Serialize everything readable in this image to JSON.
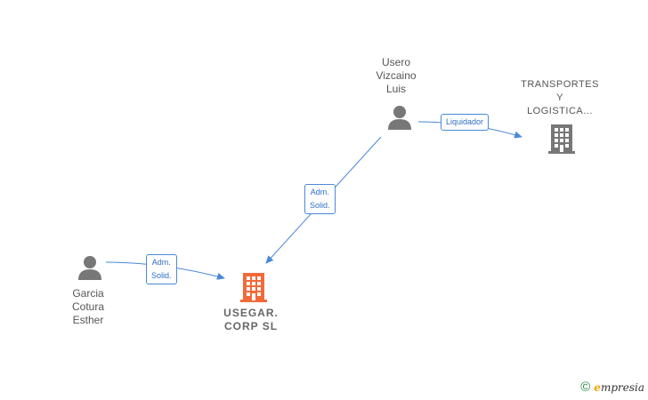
{
  "nodes": {
    "person_usero": {
      "label": "Usero\nVizcaino\nLuis"
    },
    "person_garcia": {
      "label": "Garcia\nCotura\nEsther"
    },
    "company_usegar": {
      "label": "USEGAR.\nCORP  SL"
    },
    "company_transportes": {
      "label": "TRANSPORTES\nY\nLOGISTICA..."
    }
  },
  "edges": {
    "usero_transportes": {
      "label": "Liquidador"
    },
    "usero_usegar": {
      "label": "Adm.\nSolid."
    },
    "garcia_usegar": {
      "label": "Adm.\nSolid."
    }
  },
  "watermark": {
    "copyright": "©",
    "brand_initial": "e",
    "brand_rest": "mpresia"
  },
  "colors": {
    "edge": "#4a88d8",
    "person": "#777777",
    "company_main": "#f26a3a",
    "company_other": "#777777"
  }
}
